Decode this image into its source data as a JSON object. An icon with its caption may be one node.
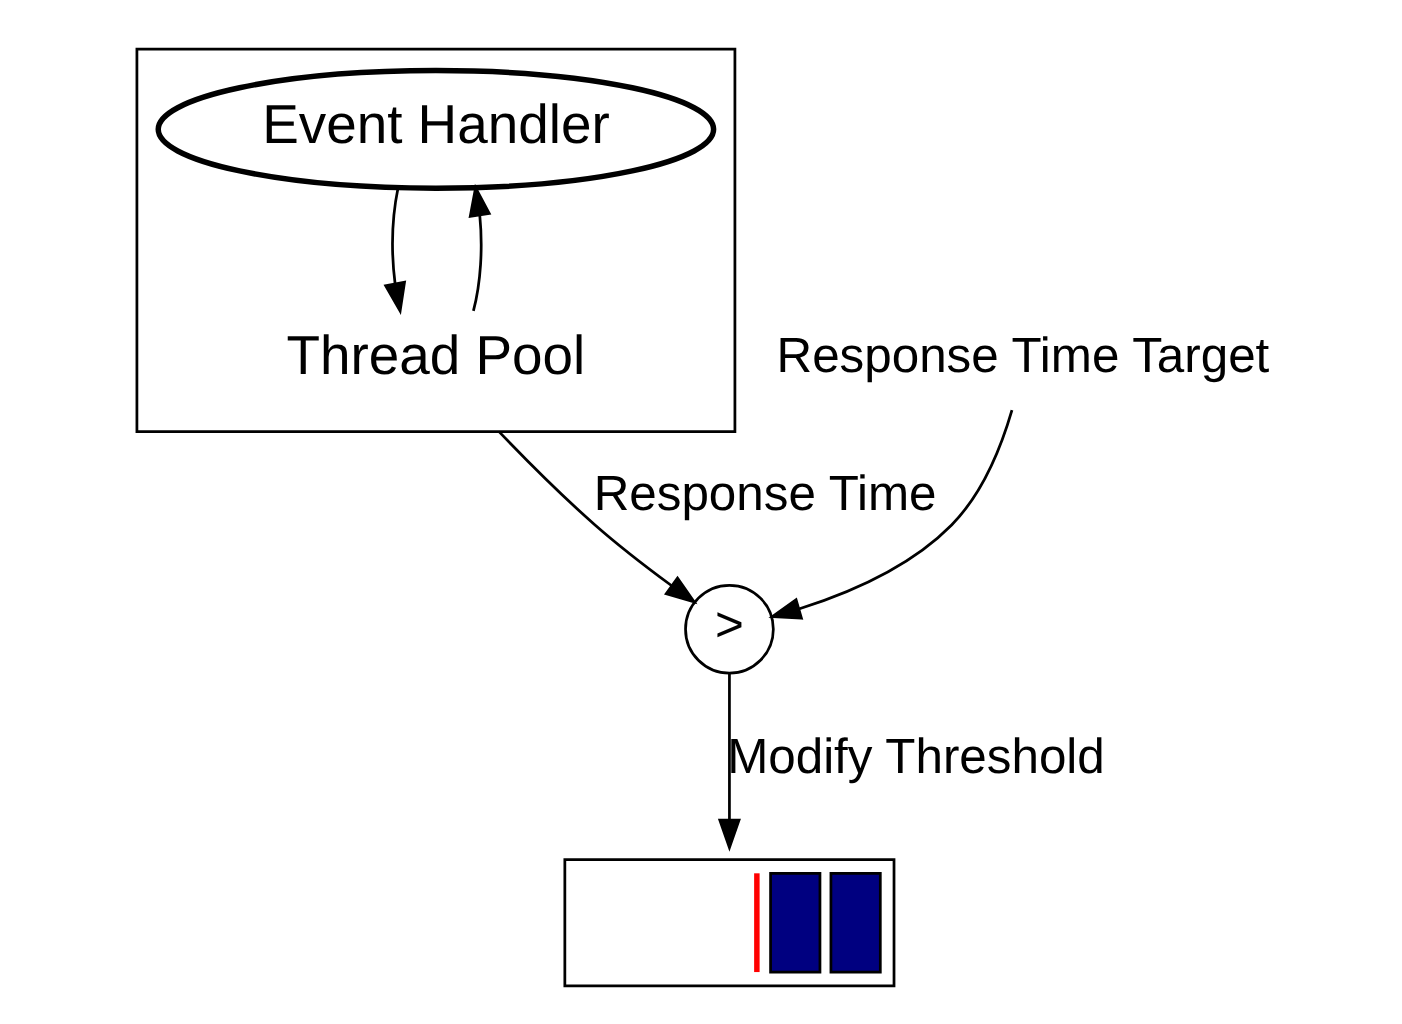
{
  "diagram": {
    "nodes": [
      {
        "text": [],
        "shape": "box"
      },
      {
        "text": [
          "Event Handler"
        ],
        "in": 0
      },
      {
        "text": [
          "Thread Pool"
        ],
        "in": 0
      },
      {
        "text": [],
        "shape": "box"
      },
      {
        "text": [
          ">"
        ]
      },
      {
        "text": [
          "Response Time Target"
        ]
      }
    ],
    "edges": [
      {
        "from": 2,
        "to": 1,
        "arrow": "to"
      },
      {
        "from": 1,
        "to": 2,
        "arrow": "to"
      },
      {
        "from": 0,
        "to": 4,
        "arrow": "to",
        "label": "Response Time"
      },
      {
        "from": 4,
        "to": 3,
        "arrow": "to",
        "label": "Modify Threshold"
      },
      {
        "from": 5,
        "to": 4,
        "arrow": "to"
      }
    ]
  }
}
